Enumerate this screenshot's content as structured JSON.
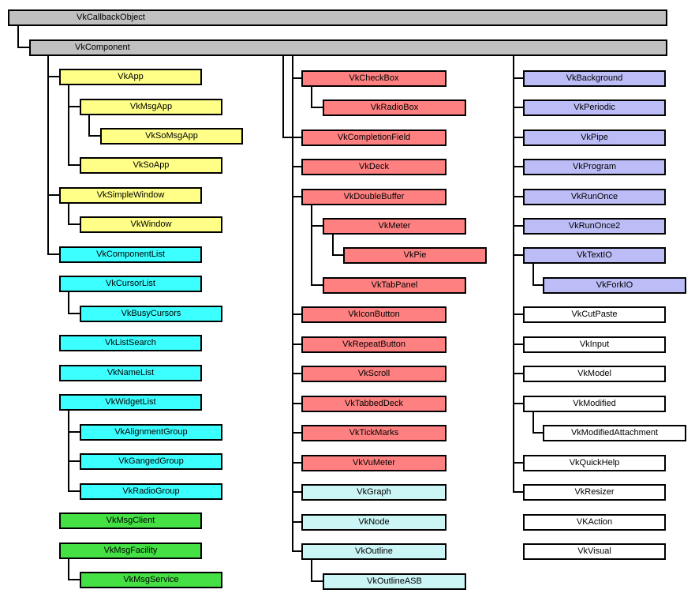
{
  "colors": {
    "gray": "#c0c0c0",
    "yellow": "#ffff87",
    "cyan": "#3cffff",
    "green": "#44e044",
    "salmon": "#ff8080",
    "ltcyan": "#ccf5f5",
    "lavender": "#bcbcf7",
    "white": "#ffffff",
    "line": "#000000"
  },
  "nodes": {
    "vkcallbackobject": {
      "label": "VkCallbackObject",
      "color": "gray"
    },
    "vkcomponent": {
      "label": "VkComponent",
      "color": "gray"
    },
    "vkapp": {
      "label": "VkApp",
      "color": "yellow"
    },
    "vkmsgapp": {
      "label": "VkMsgApp",
      "color": "yellow"
    },
    "vksomsgapp": {
      "label": "VkSoMsgApp",
      "color": "yellow"
    },
    "vksoapp": {
      "label": "VkSoApp",
      "color": "yellow"
    },
    "vksimplewindow": {
      "label": "VkSimpleWindow",
      "color": "yellow"
    },
    "vkwindow": {
      "label": "VkWindow",
      "color": "yellow"
    },
    "vkcomponentlist": {
      "label": "VkComponentList",
      "color": "cyan"
    },
    "vkcursorlist": {
      "label": "VkCursorList",
      "color": "cyan"
    },
    "vkbusycursors": {
      "label": "VkBusyCursors",
      "color": "cyan"
    },
    "vklistsearch": {
      "label": "VkListSearch",
      "color": "cyan"
    },
    "vknamelist": {
      "label": "VkNameList",
      "color": "cyan"
    },
    "vkwidgetlist": {
      "label": "VkWidgetList",
      "color": "cyan"
    },
    "vkalignmentgroup": {
      "label": "VkAlignmentGroup",
      "color": "cyan"
    },
    "vkgangedgroup": {
      "label": "VkGangedGroup",
      "color": "cyan"
    },
    "vkradiogroup": {
      "label": "VkRadioGroup",
      "color": "cyan"
    },
    "vkmsgclient": {
      "label": "VkMsgClient",
      "color": "green"
    },
    "vkmsgfacility": {
      "label": "VkMsgFacility",
      "color": "green"
    },
    "vkmsgservice": {
      "label": "VkMsgService",
      "color": "green"
    },
    "vkcheckbox": {
      "label": "VkCheckBox",
      "color": "salmon"
    },
    "vkradiobox": {
      "label": "VkRadioBox",
      "color": "salmon"
    },
    "vkcompletionfield": {
      "label": "VkCompletionField",
      "color": "salmon"
    },
    "vkdeck": {
      "label": "VkDeck",
      "color": "salmon"
    },
    "vkdoublebuffer": {
      "label": "VkDoubleBuffer",
      "color": "salmon"
    },
    "vkmeter": {
      "label": "VkMeter",
      "color": "salmon"
    },
    "vkpie": {
      "label": "VkPie",
      "color": "salmon"
    },
    "vktabpanel": {
      "label": "VkTabPanel",
      "color": "salmon"
    },
    "vkiconbutton": {
      "label": "VkIconButton",
      "color": "salmon"
    },
    "vkrepeatbutton": {
      "label": "VkRepeatButton",
      "color": "salmon"
    },
    "vkscroll": {
      "label": "VkScroll",
      "color": "salmon"
    },
    "vktabbeddeck": {
      "label": "VkTabbedDeck",
      "color": "salmon"
    },
    "vktickmarks": {
      "label": "VkTickMarks",
      "color": "salmon"
    },
    "vkvumeter": {
      "label": "VkVuMeter",
      "color": "salmon"
    },
    "vkgraph": {
      "label": "VkGraph",
      "color": "ltcyan"
    },
    "vknode": {
      "label": "VkNode",
      "color": "ltcyan"
    },
    "vkoutline": {
      "label": "VkOutline",
      "color": "ltcyan"
    },
    "vkoutlineasb": {
      "label": "VkOutlineASB",
      "color": "ltcyan"
    },
    "vkbackground": {
      "label": "VkBackground",
      "color": "lavender"
    },
    "vkperiodic": {
      "label": "VkPeriodic",
      "color": "lavender"
    },
    "vkpipe": {
      "label": "VkPipe",
      "color": "lavender"
    },
    "vkprogram": {
      "label": "VkProgram",
      "color": "lavender"
    },
    "vkrunonce": {
      "label": "VkRunOnce",
      "color": "lavender"
    },
    "vkrunonce2": {
      "label": "VkRunOnce2",
      "color": "lavender"
    },
    "vktextio": {
      "label": "VkTextIO",
      "color": "lavender"
    },
    "vkforkio": {
      "label": "VkForkIO",
      "color": "lavender"
    },
    "vkcutpaste": {
      "label": "VkCutPaste",
      "color": "white"
    },
    "vkinput": {
      "label": "VkInput",
      "color": "white"
    },
    "vkmodel": {
      "label": "VkModel",
      "color": "white"
    },
    "vkmodified": {
      "label": "VkModified",
      "color": "white"
    },
    "vkmodifiedattachment": {
      "label": "VkModifiedAttachment",
      "color": "white"
    },
    "vkquickhelp": {
      "label": "VkQuickHelp",
      "color": "white"
    },
    "vkresizer": {
      "label": "VkResizer",
      "color": "white"
    },
    "vkaction": {
      "label": "VKAction",
      "color": "white"
    },
    "vkvisual": {
      "label": "VkVisual",
      "color": "white"
    }
  }
}
